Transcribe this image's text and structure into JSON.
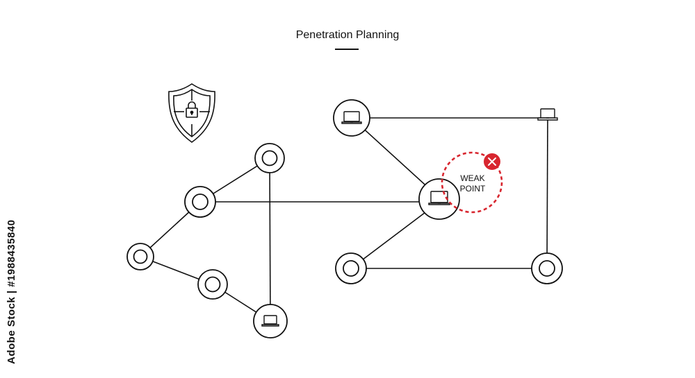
{
  "title": "Penetration Planning",
  "weak_point": {
    "line1": "WEAK",
    "line2": "POINT"
  },
  "side_label": "Adobe Stock | #1988435840",
  "colors": {
    "stroke": "#111111",
    "alert": "#d8262f",
    "background": "#ffffff"
  }
}
